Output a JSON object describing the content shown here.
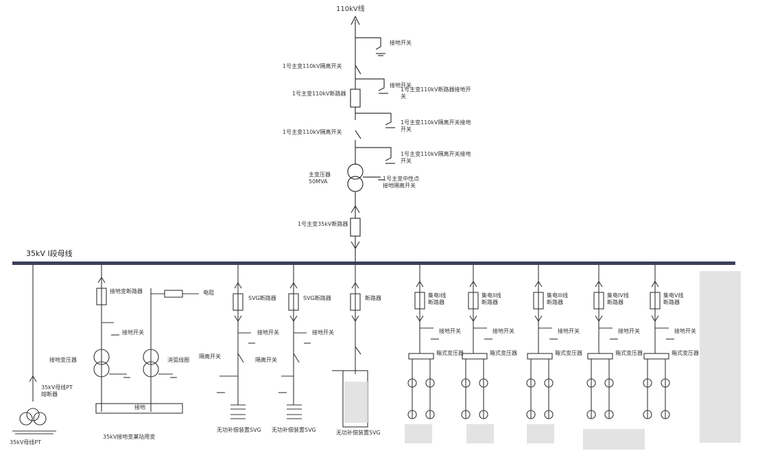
{
  "colors": {
    "line": "#333333",
    "bus": "#3b3f5a",
    "blur": "#cfcfcf"
  },
  "top": {
    "line_label": "110kV线",
    "ground_sw_top": "接地开关",
    "isolator_1": "1号主变110kV隔离开关",
    "ground_sw_1": "接地开关",
    "breaker_main": "1号主变110kV断路器",
    "ground_sw_2": "1号主变110kV断路器接地开关",
    "isolator_2": "1号主变110kV隔离开关",
    "ground_sw_3": "1号主变110kV隔离开关接地开关",
    "ground_sw_4": "1号主变110kV隔离开关接地开关",
    "main_transformer": "主变压器\n50MVA",
    "neutral_ground": "1号主变中性点\n接地隔离开关",
    "breaker_35kv": "1号主变35kV断路器"
  },
  "bus_label": "35kV I段母线",
  "feeders": {
    "pt_cabinet": "35kV母线PT",
    "pt_fuse": "35kV母线PT\n熔断器",
    "grounding": {
      "breaker": "接地变断路器",
      "ground_sw": "接地开关",
      "transformer": "接地变压器",
      "arc_coil": "消弧线圈",
      "box": "接地",
      "bottom": "35kV接地变兼站用变",
      "resistor": "电阻"
    },
    "svg1": {
      "breaker": "SVG断路器",
      "ground_sw": "接地开关",
      "isolator": "隔离开关",
      "bottom": "无功补偿装置SVG"
    },
    "svg2": {
      "breaker": "SVG断路器",
      "ground_sw": "接地开关",
      "isolator": "隔离开关",
      "bottom": "无功补偿装置SVG"
    },
    "svg3": {
      "breaker": "断路器",
      "bottom": "无功补偿装置SVG"
    },
    "collectors": [
      {
        "breaker": "集电I线\n断路器",
        "ground_sw": "接地开关",
        "box": "箱式变压器"
      },
      {
        "breaker": "集电II线\n断路器",
        "ground_sw": "接地开关",
        "box": "箱式变压器"
      },
      {
        "breaker": "集电III线\n断路器",
        "ground_sw": "接地开关",
        "box": "箱式变压器"
      },
      {
        "breaker": "集电IV线\n断路器",
        "ground_sw": "接地开关",
        "box": "箱式变压器"
      },
      {
        "breaker": "集电V线\n断路器",
        "ground_sw": "接地开关",
        "box": "箱式变压器"
      }
    ]
  }
}
